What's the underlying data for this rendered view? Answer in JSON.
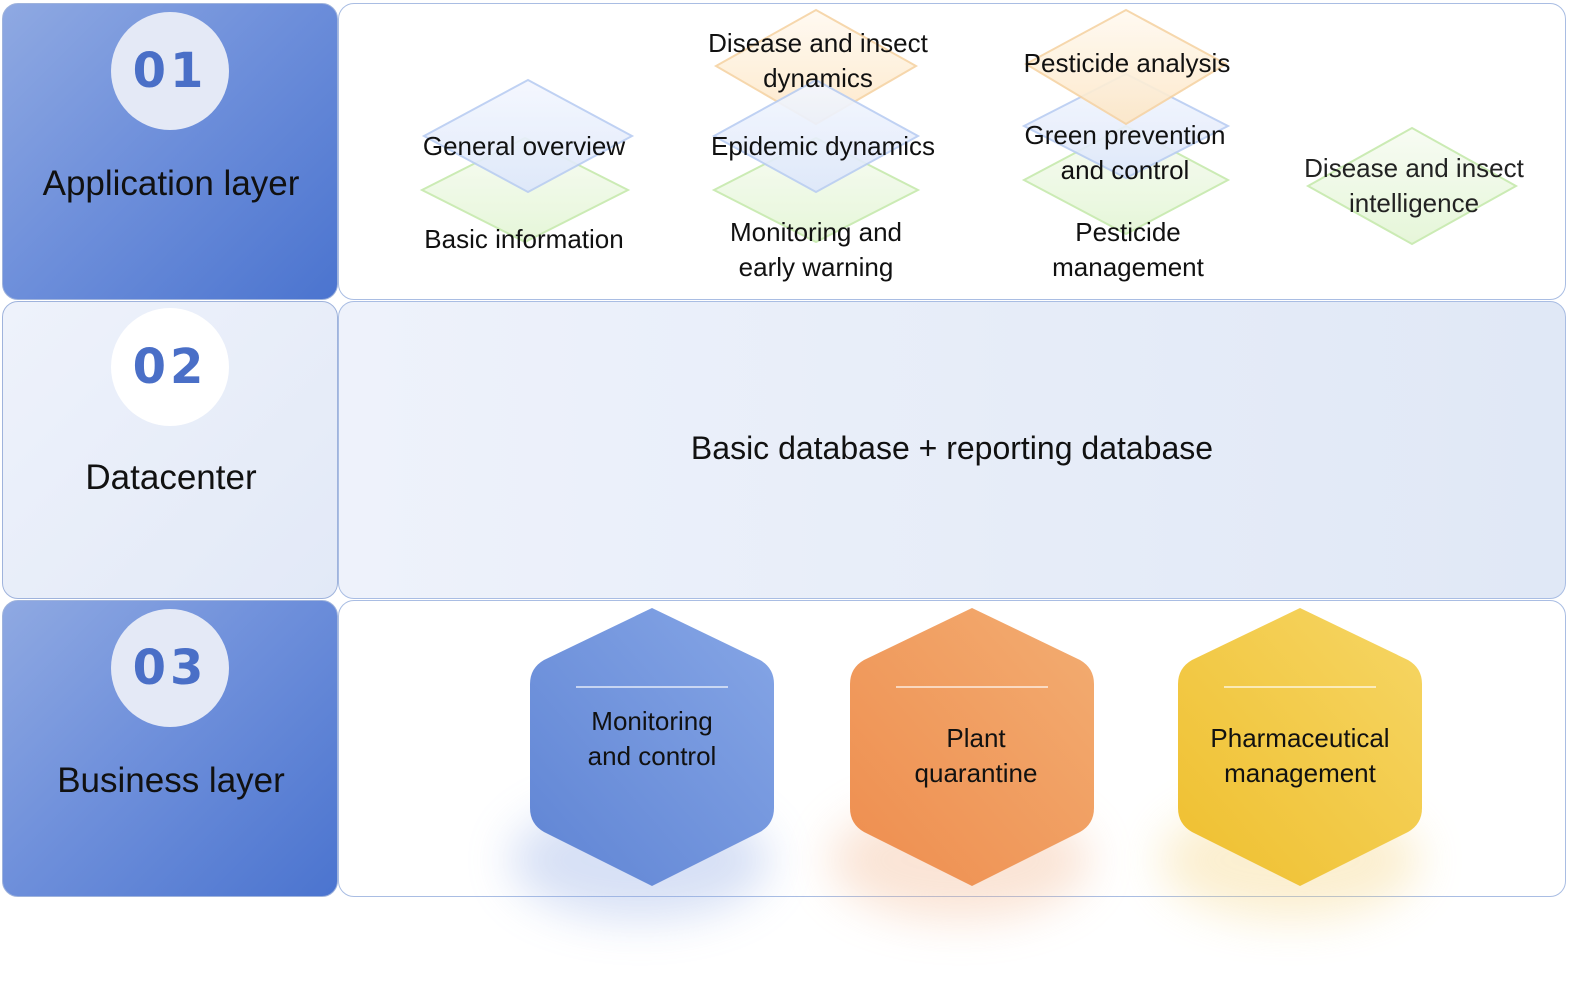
{
  "layers": [
    {
      "number": "01",
      "name": "Application layer"
    },
    {
      "number": "02",
      "name": "Datacenter"
    },
    {
      "number": "03",
      "name": "Business layer"
    }
  ],
  "application": {
    "items": [
      "General overview",
      "Basic information",
      "Disease and insect dynamics",
      "Epidemic dynamics",
      "Monitoring and early warning",
      "Pesticide analysis",
      "Green prevention and control",
      "Pesticide management",
      "Disease and insect intelligence"
    ],
    "colors": {
      "blue": "#8fb0ec",
      "green": "#a6df7e",
      "orange": "#f7c27a"
    }
  },
  "datacenter": {
    "text": "Basic database + reporting database"
  },
  "business": {
    "items": [
      {
        "label": "Monitoring and control",
        "color": "#6b8fd9"
      },
      {
        "label": "Plant quarantine",
        "color": "#ef9556"
      },
      {
        "label": "Pharmaceutical management",
        "color": "#f2c33e"
      }
    ]
  }
}
